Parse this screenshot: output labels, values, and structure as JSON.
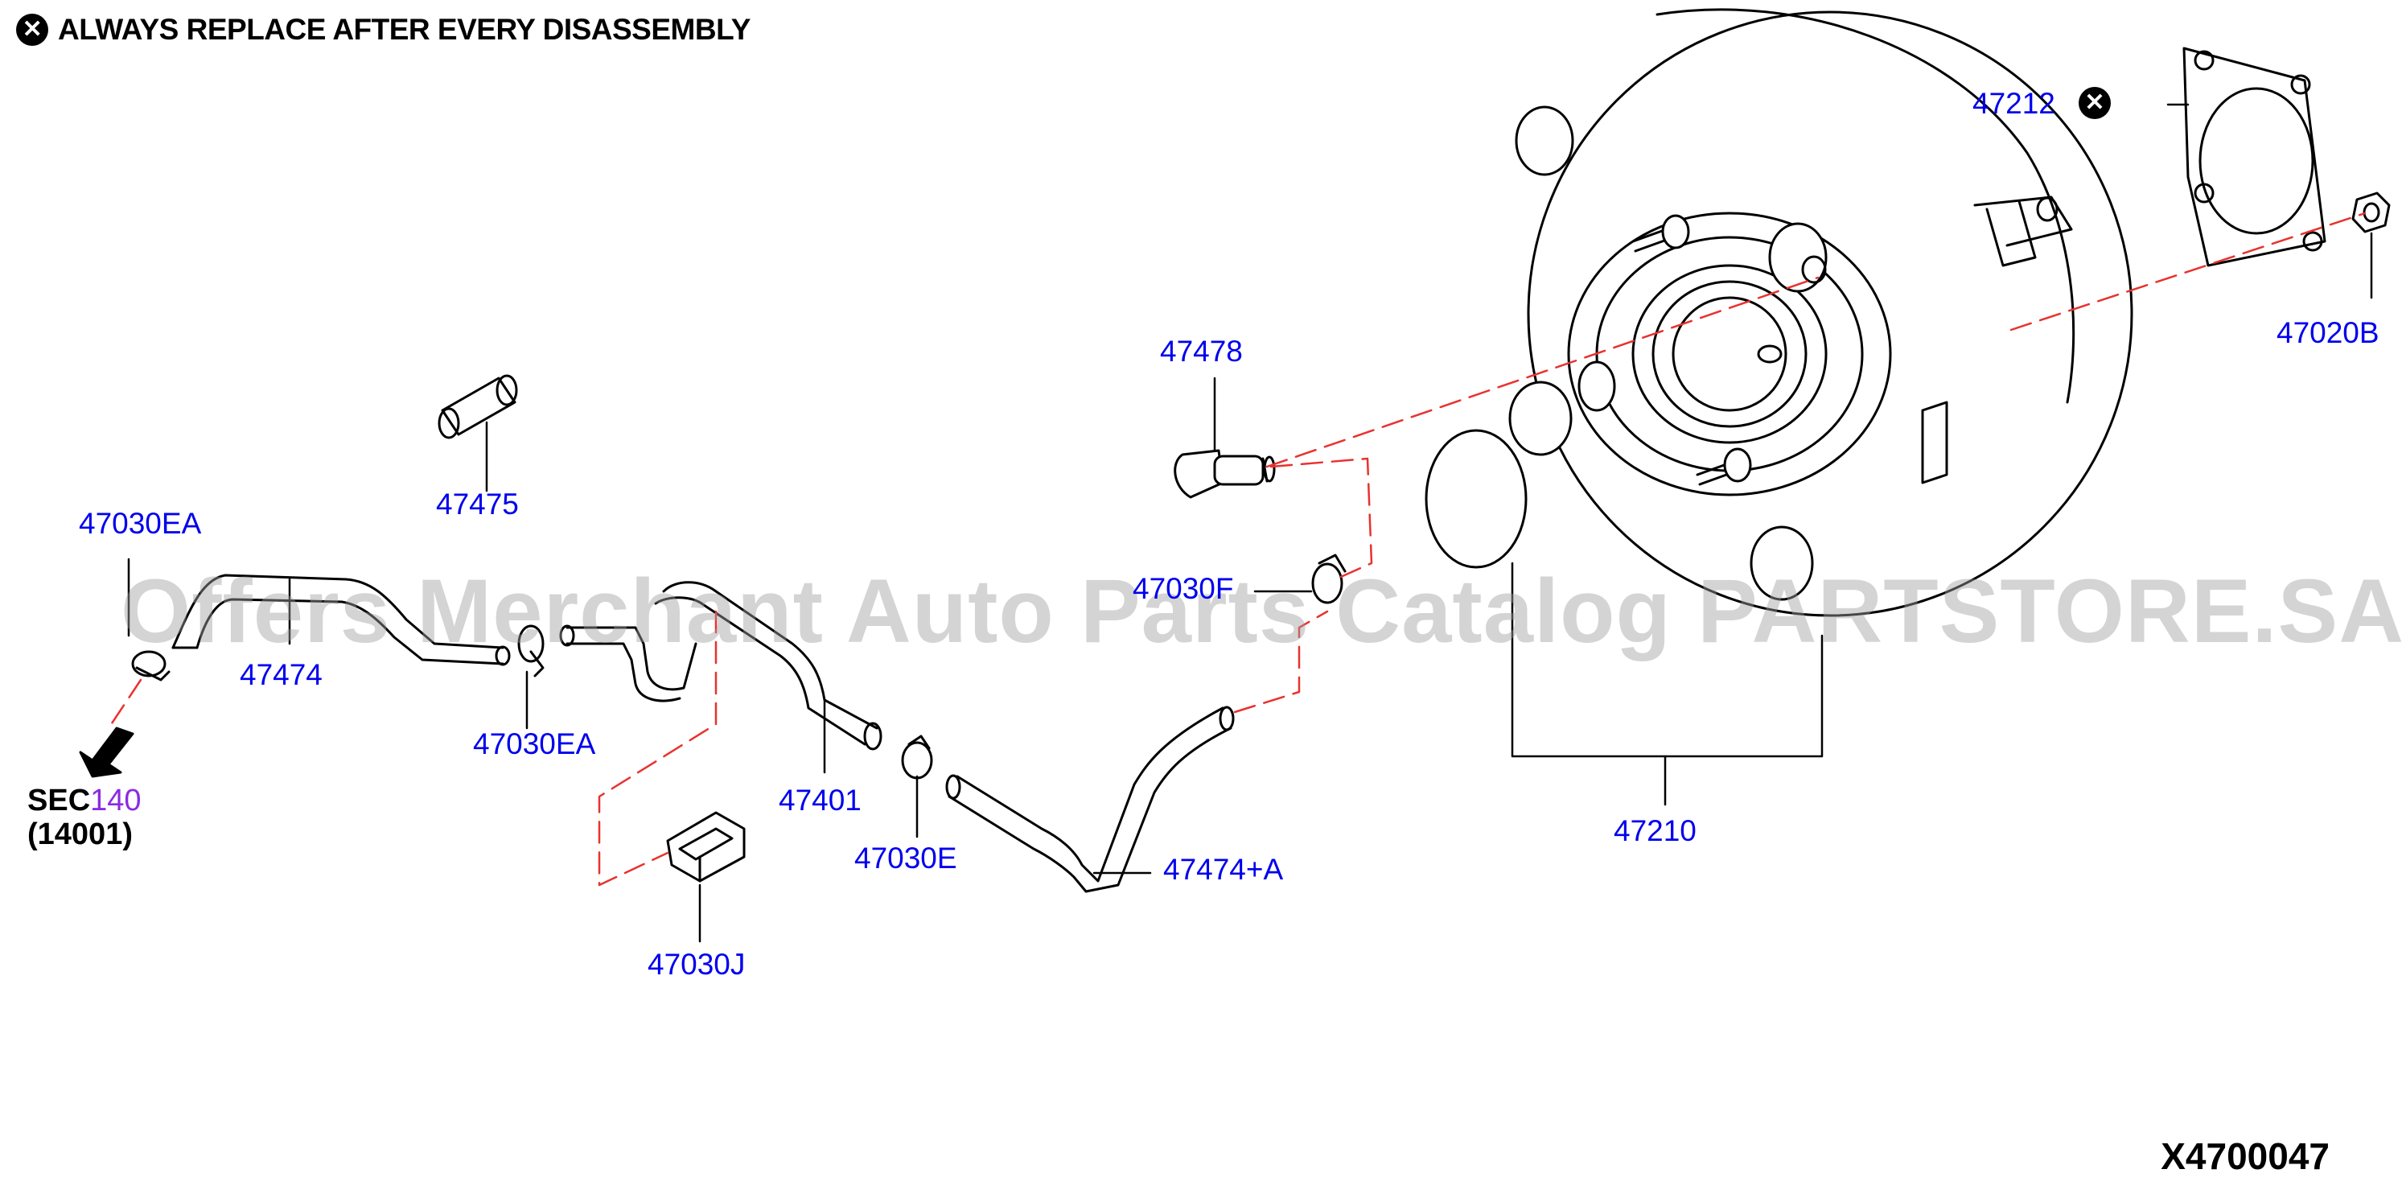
{
  "header": {
    "icon": "x-circle-icon",
    "note": "ALWAYS REPLACE AFTER EVERY DISASSEMBLY"
  },
  "watermark": "Offers Merchant Auto Parts Catalog PARTSTORE.SA",
  "diagram_id": "X4700047",
  "section_ref": {
    "prefix": "SEC",
    "number": "140",
    "sub": "(14001)"
  },
  "colors": {
    "callout_text": "#0000ee",
    "leader_line": "#000000",
    "dashed_line": "#e8322f",
    "section_number": "#8a2be2"
  },
  "parts": {
    "p47212": "47212",
    "p47020B": "47020B",
    "p47478": "47478",
    "p47475": "47475",
    "p47030EA_top": "47030EA",
    "p47474": "47474",
    "p47030F": "47030F",
    "p47030EA_mid": "47030EA",
    "p47401": "47401",
    "p47030E": "47030E",
    "p47474A": "47474+A",
    "p47030J": "47030J",
    "p47210": "47210"
  }
}
